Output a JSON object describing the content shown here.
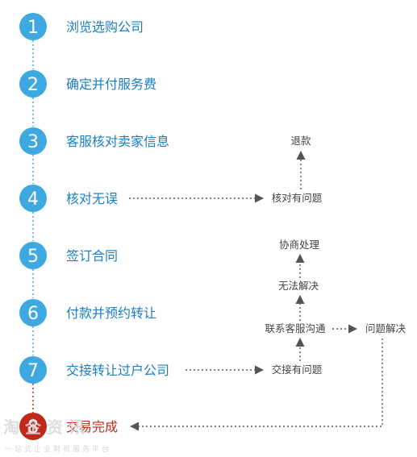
{
  "colors": {
    "step_blue": "#3da9e0",
    "step_text_blue": "#1a7ec4",
    "final_red": "#c0281a",
    "connector_blue": "#3da9e0",
    "connector_red": "#c0281a",
    "arrow_gray": "#555555",
    "label_gray": "#444444"
  },
  "steps": [
    {
      "number": "1",
      "label": "浏览选购公司"
    },
    {
      "number": "2",
      "label": "确定并付服务费"
    },
    {
      "number": "3",
      "label": "客服核对卖家信息"
    },
    {
      "number": "4",
      "label": "核对无误"
    },
    {
      "number": "5",
      "label": "签订合同"
    },
    {
      "number": "6",
      "label": "付款并预约转让"
    },
    {
      "number": "7",
      "label": "交接转让过户公司"
    },
    {
      "number": "8",
      "label": "交易完成"
    }
  ],
  "branch": {
    "refund": "退款",
    "check_issue": "核对有问题",
    "negotiate": "协商处理",
    "unresolved": "无法解决",
    "contact_service": "联系客服沟通",
    "issue_resolved": "问题解决",
    "handover_issue": "交接有问题"
  },
  "watermark": {
    "brand": "淘 企 资 讯",
    "slogan": "一站式企业财税服务平台"
  }
}
